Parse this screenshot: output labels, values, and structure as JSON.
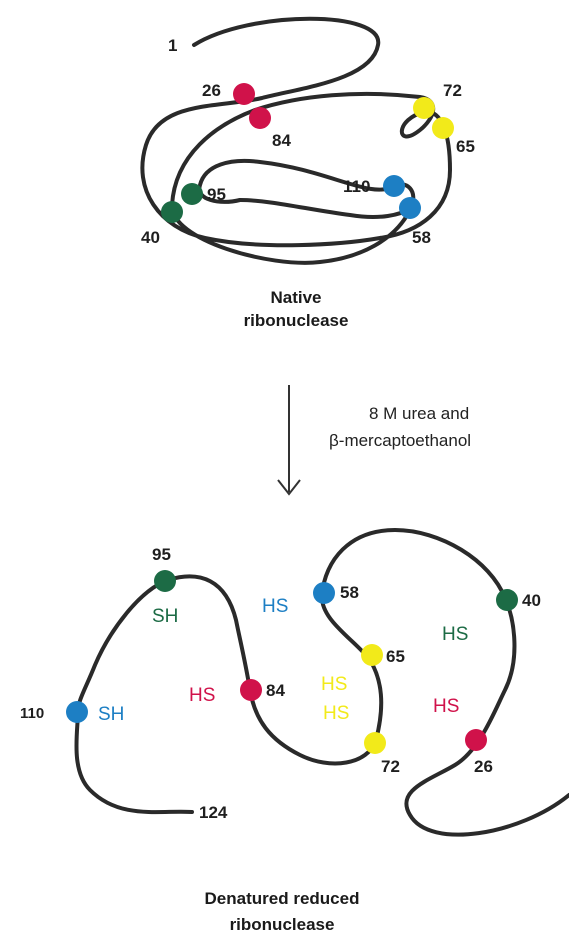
{
  "native": {
    "caption_line1": "Native",
    "caption_line2": "ribonuclease",
    "residues": {
      "n_terminus": "1",
      "r26": "26",
      "r84": "84",
      "r72": "72",
      "r65": "65",
      "r95": "95",
      "r110": "110",
      "r40": "40",
      "r58": "58"
    }
  },
  "conditions": {
    "line1": "8 M urea and",
    "line2": "β-mercaptoethanol"
  },
  "denatured": {
    "caption_line1": "Denatured reduced",
    "caption_line2": "ribonuclease",
    "residues": {
      "r95": "95",
      "r58": "58",
      "r40": "40",
      "r65": "65",
      "r110": "110",
      "r84": "84",
      "r72": "72",
      "r26": "26",
      "c_terminus": "124"
    },
    "sulfhydryl": {
      "sh95": "SH",
      "hs58": "HS",
      "hs40": "HS",
      "hs65": "HS",
      "sh110": "SH",
      "hs84": "HS",
      "hs72": "HS",
      "hs26": "HS"
    }
  },
  "colors": {
    "red": "#d0124a",
    "yellow": "#f2ea1a",
    "blue": "#1d7fc4",
    "green": "#1c6b45"
  }
}
